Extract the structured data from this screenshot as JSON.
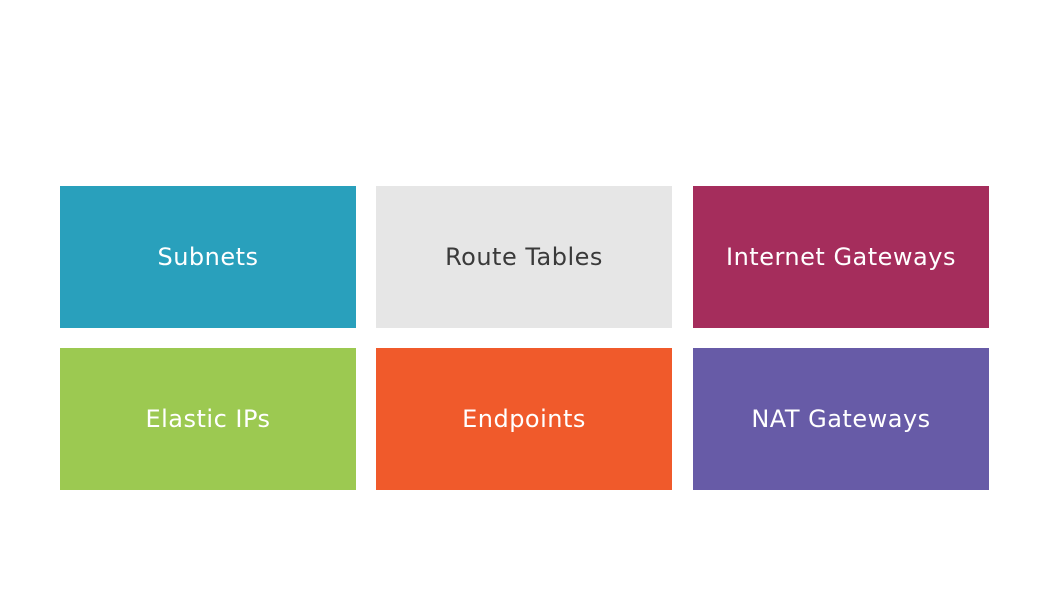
{
  "tiles": [
    {
      "label": "Subnets",
      "color": "#29A0BC"
    },
    {
      "label": "Route Tables",
      "color": "#E6E6E6"
    },
    {
      "label": "Internet Gateways",
      "color": "#A52D5C"
    },
    {
      "label": "Elastic IPs",
      "color": "#9CC951"
    },
    {
      "label": "Endpoints",
      "color": "#F05A2B"
    },
    {
      "label": "NAT Gateways",
      "color": "#675BA7"
    }
  ]
}
